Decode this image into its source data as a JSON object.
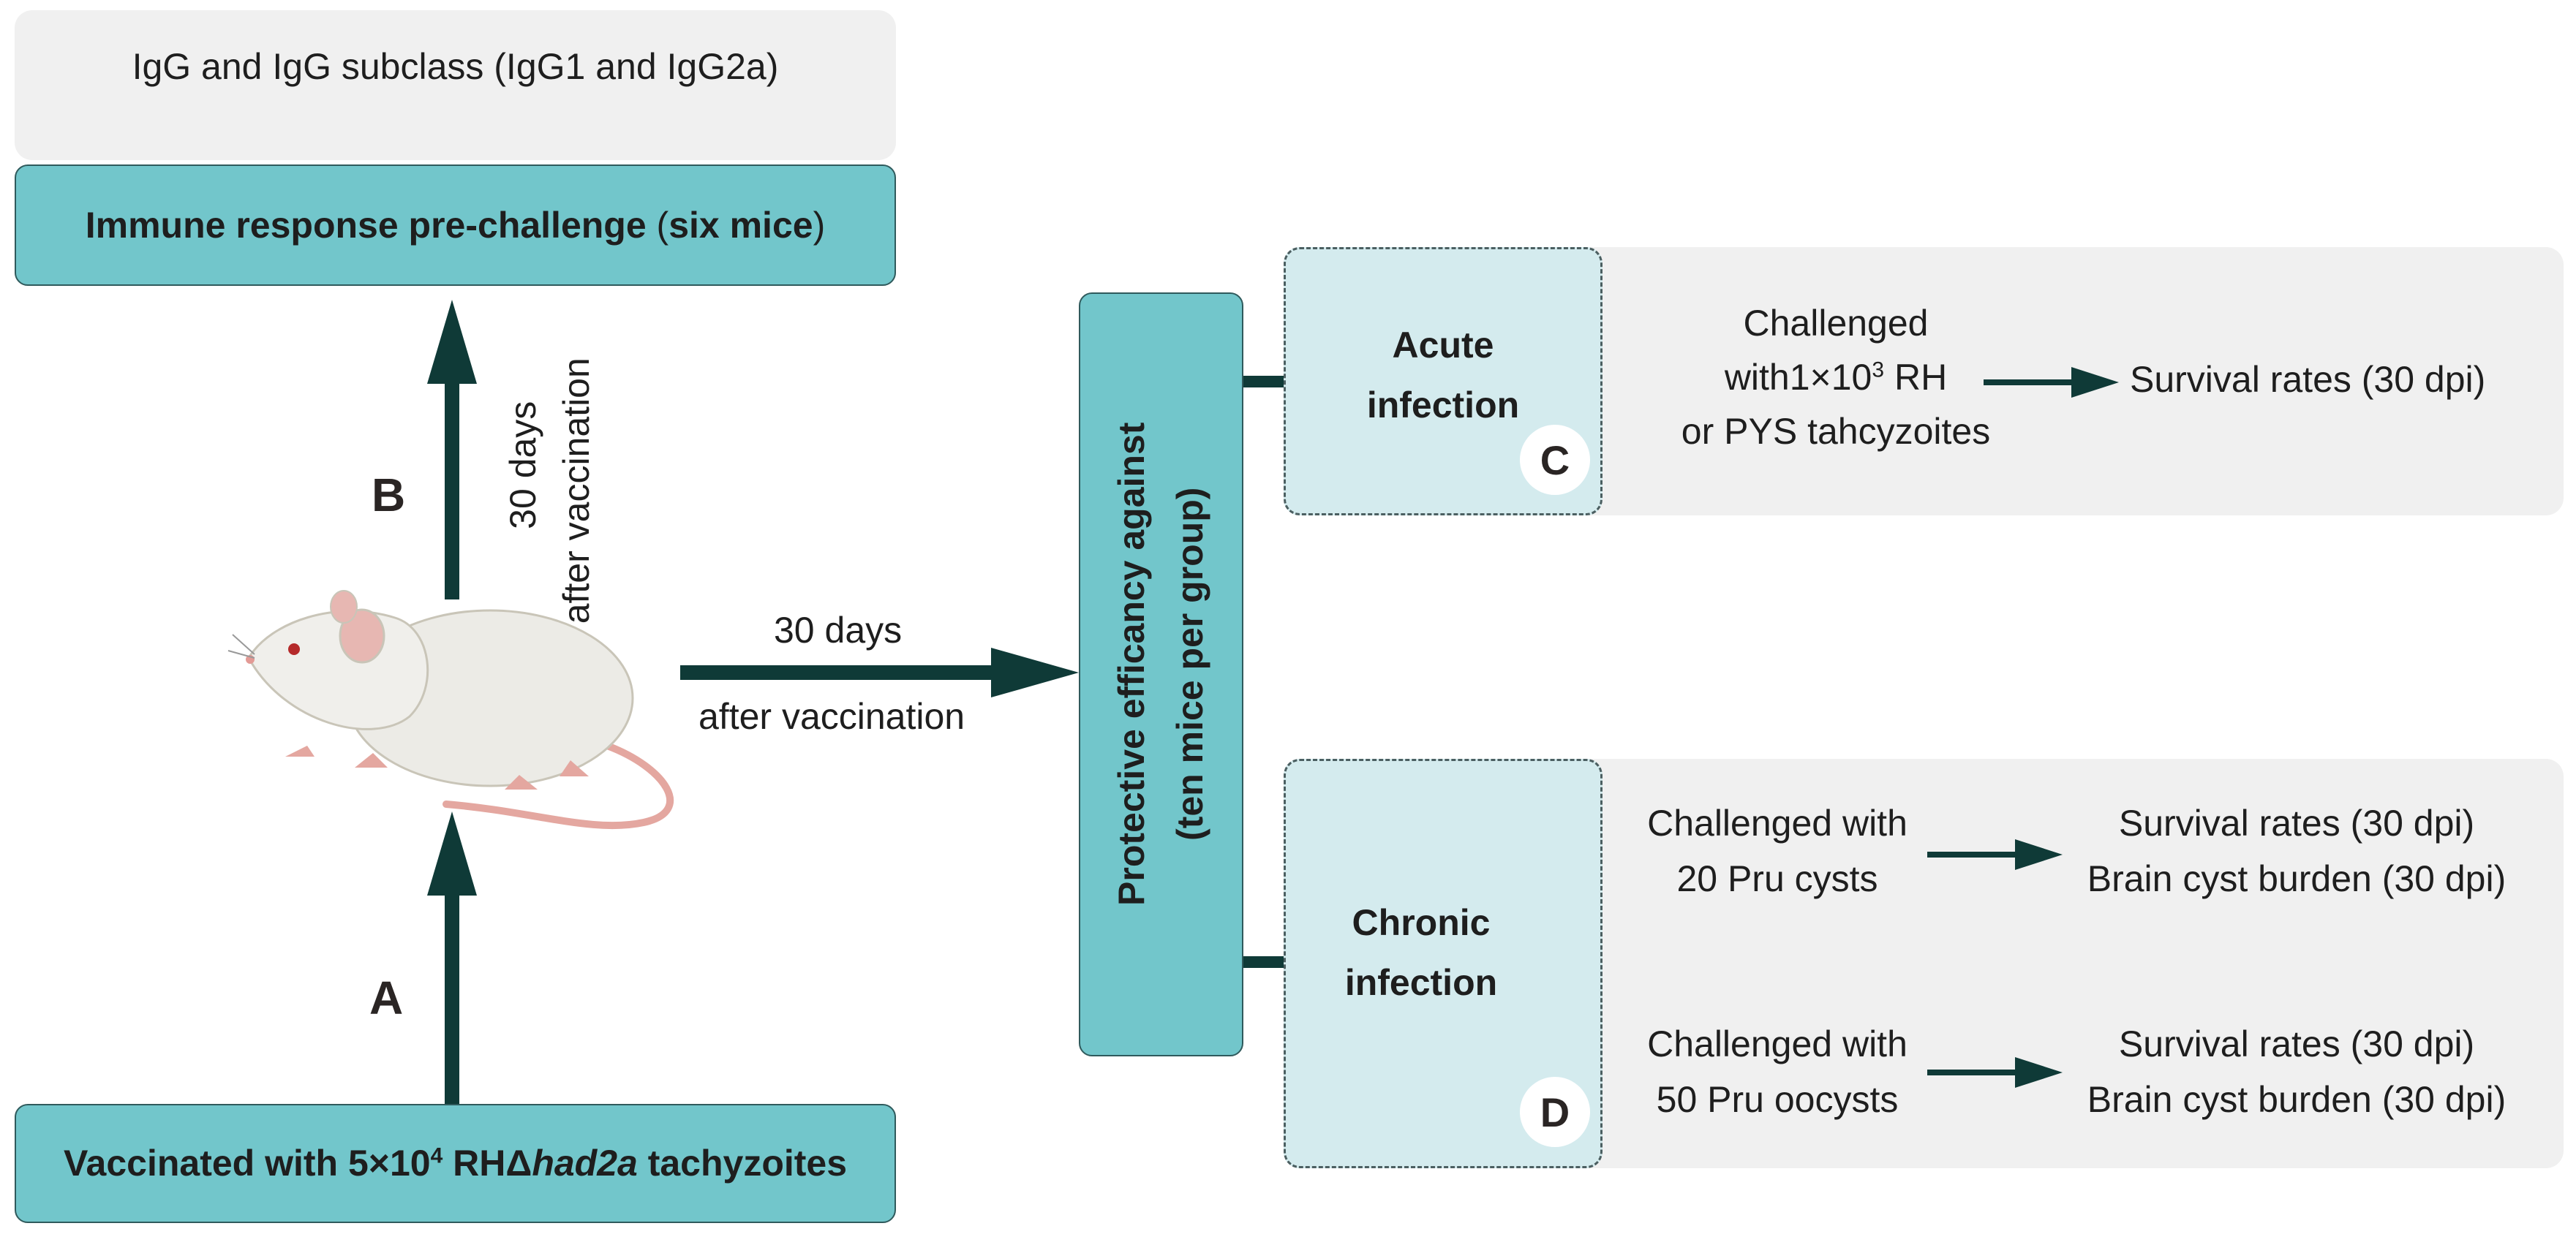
{
  "top_panel": {
    "text": "IgG and IgG subclass (IgG1 and IgG2a)",
    "title_main": "Immune response pre-challenge",
    "title_paren_open": " (",
    "title_paren_content": "six mice",
    "title_paren_close": ")"
  },
  "vaccination": {
    "prefix": "Vaccinated with 5×10",
    "exponent": "4",
    "strain": " RHΔ",
    "gene": "had2a",
    "suffix": " tachyzoites"
  },
  "labels": {
    "a": "A",
    "b": "B",
    "c": "C",
    "d": "D"
  },
  "arrow_b": {
    "line1": "30 days",
    "line2": "after vaccination"
  },
  "arrow_main": {
    "top": "30 days",
    "bottom": "after vaccination"
  },
  "efficacy": {
    "line1": "Protective efficancy against",
    "line2": "(ten mice per group)"
  },
  "acute": {
    "title_line1": "Acute",
    "title_line2": "infection",
    "challenge_line1": "Challenged",
    "challenge_line2_prefix": "with1×10",
    "challenge_line2_exp": "3",
    "challenge_line2_suffix": " RH",
    "challenge_line3": "or PYS tahcyzoites",
    "outcome": "Survival rates (30 dpi)"
  },
  "chronic": {
    "title_line1": "Chronic",
    "title_line2": "infection",
    "row1_line1": "Challenged with",
    "row1_line2": "20 Pru cysts",
    "row1_out1": "Survival rates (30 dpi)",
    "row1_out2": "Brain cyst burden (30 dpi)",
    "row2_line1": "Challenged with",
    "row2_line2": "50 Pru oocysts",
    "row2_out1": "Survival rates (30 dpi)",
    "row2_out2": "Brain cyst burden (30 dpi)"
  },
  "colors": {
    "teal": "#72c6cb",
    "dark_arrow": "#0f3a37",
    "light_teal": "#d4ebee",
    "panel_grey": "#f0f0f0"
  },
  "icons": {
    "mouse": "mouse-illustration"
  }
}
